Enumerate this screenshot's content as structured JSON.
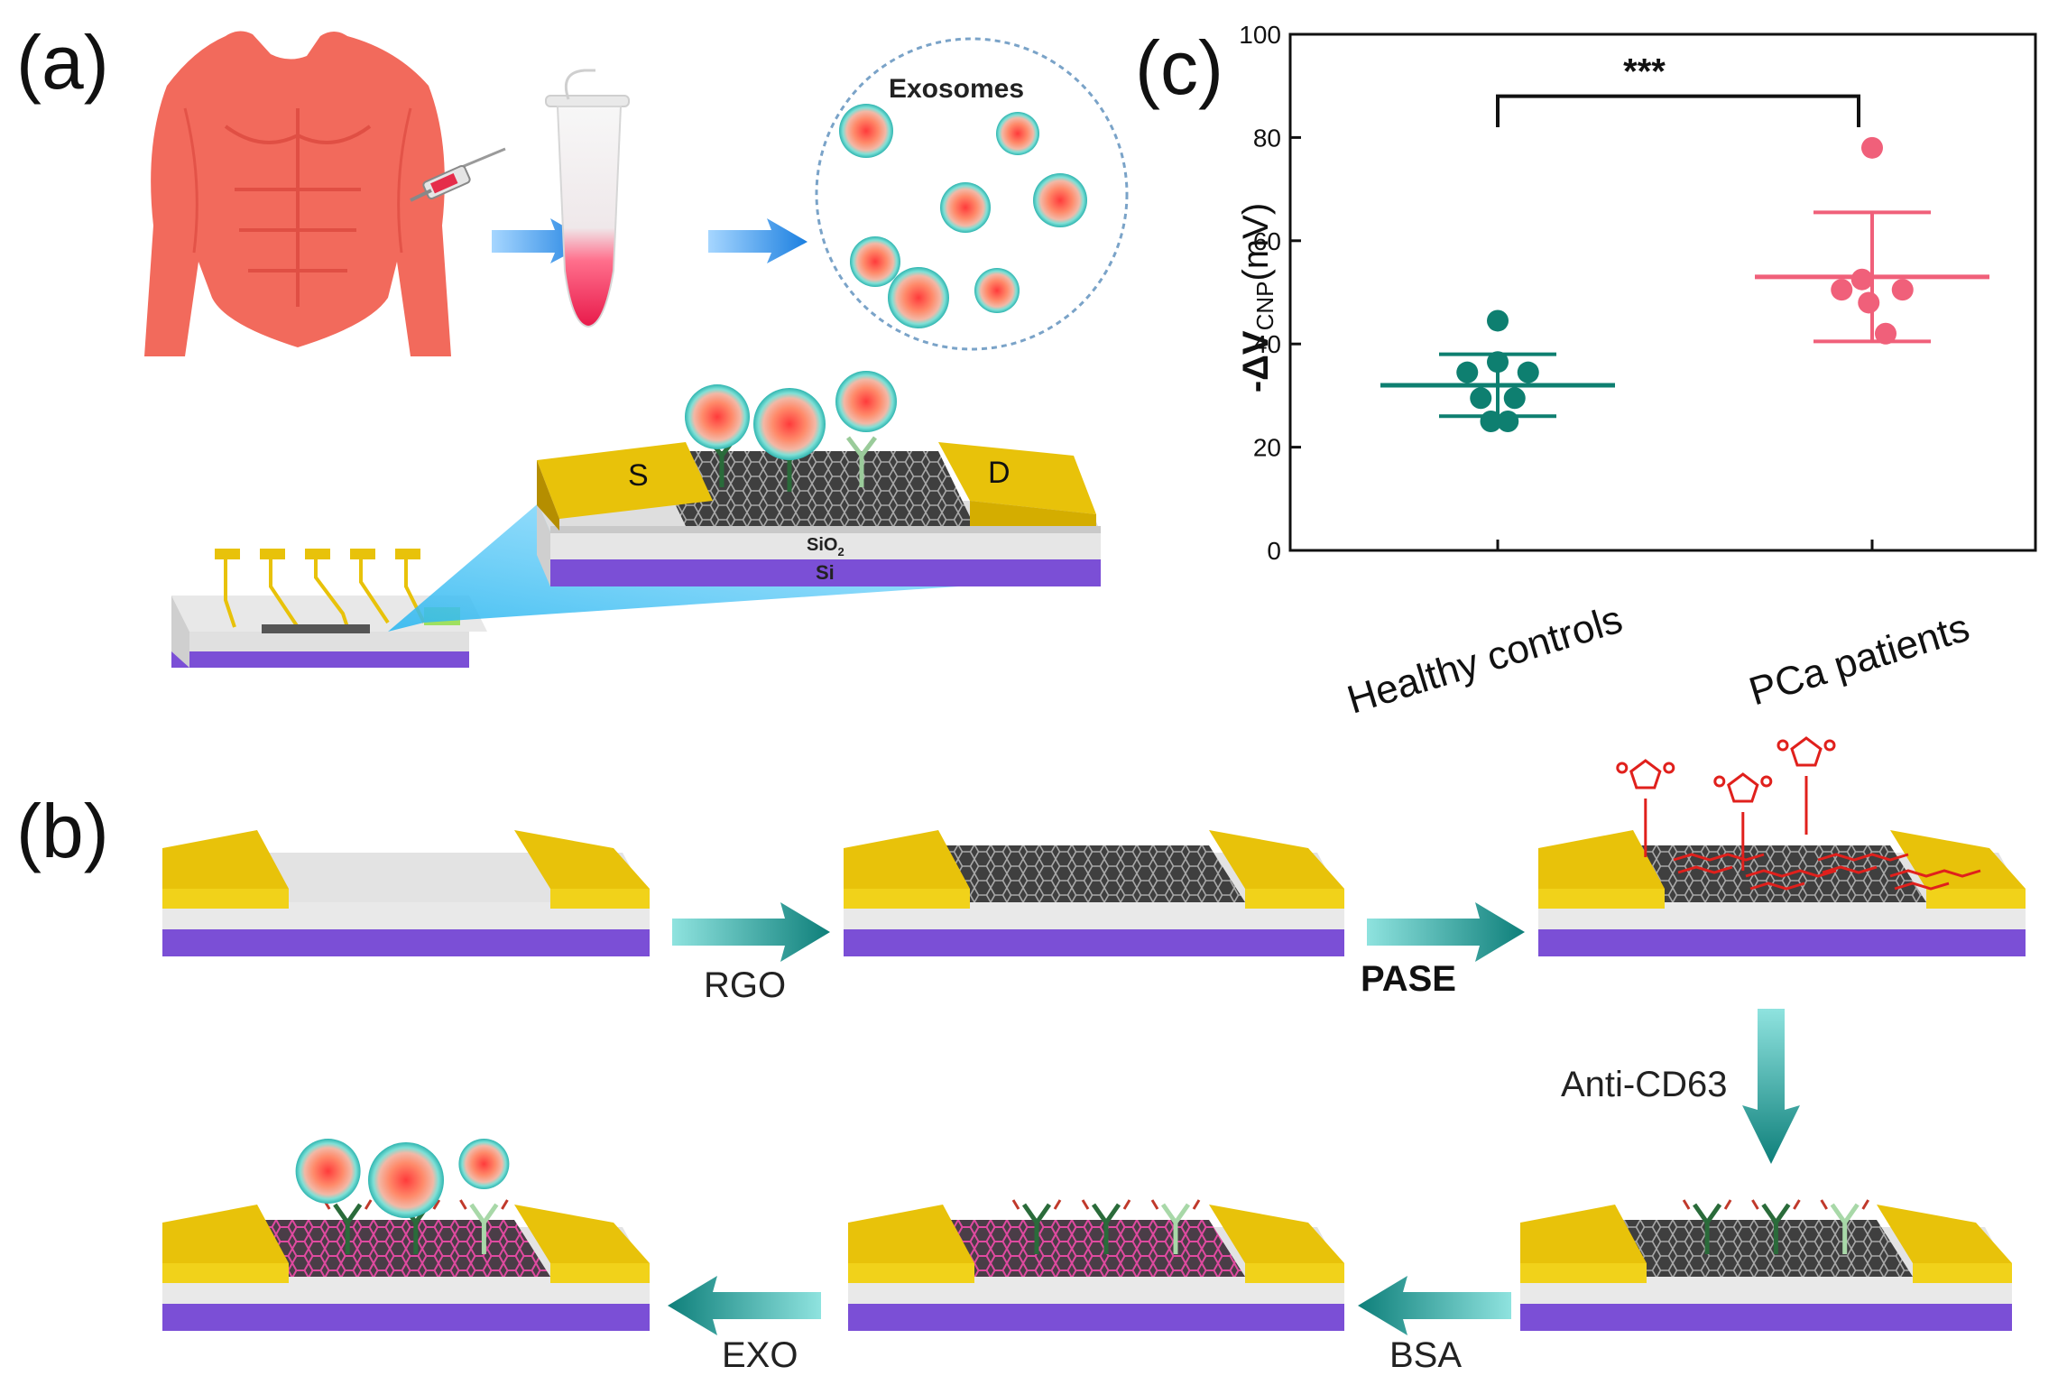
{
  "panels": {
    "a": "(a)",
    "b": "(b)",
    "c": "(c)"
  },
  "panel_a": {
    "exosomes_label": "Exosomes",
    "source_label": "S",
    "drain_label": "D",
    "oxide_label": "SiO",
    "oxide_subscript": "2",
    "substrate_label": "Si"
  },
  "panel_b": {
    "steps": {
      "rgo": "RGO",
      "pase": "PASE",
      "anti_cd63": "Anti-CD63",
      "bsa": "BSA",
      "exo": "EXO"
    }
  },
  "colors": {
    "gold": "#e8c20a",
    "gold_dark": "#b58e00",
    "oxide": "#e3e3e3",
    "substrate": "#7b4fd6",
    "graphene": "#5a5a5a",
    "arrow": "#1b9a9a",
    "healthy": "#0e7f70",
    "patient": "#f0607a",
    "pase": "#e0201c",
    "body": "#f26a5c"
  },
  "chart_data": {
    "type": "scatter",
    "title": "",
    "xlabel": "",
    "ylabel_prefix": "-ΔV",
    "ylabel_subscript": "CNP",
    "ylabel_suffix": "(mV)",
    "ylim": [
      0,
      100
    ],
    "yticks": [
      "0",
      "20",
      "40",
      "60",
      "80",
      "100"
    ],
    "categories": [
      "Healthy controls",
      "PCa patients"
    ],
    "significance": "***",
    "series": [
      {
        "category": "Healthy controls",
        "color": "#0e7f70",
        "mean": 32,
        "error_low": 26,
        "error_high": 38,
        "points": [
          {
            "offset": 0.0,
            "value": 44.5
          },
          {
            "offset": -0.45,
            "value": 34.5
          },
          {
            "offset": 0.0,
            "value": 36.5
          },
          {
            "offset": 0.45,
            "value": 34.5
          },
          {
            "offset": -0.25,
            "value": 29.5
          },
          {
            "offset": 0.25,
            "value": 29.5
          },
          {
            "offset": -0.1,
            "value": 25
          },
          {
            "offset": 0.15,
            "value": 25
          }
        ]
      },
      {
        "category": "PCa patients",
        "color": "#f0607a",
        "mean": 53,
        "error_low": 40.5,
        "error_high": 65.5,
        "points": [
          {
            "offset": 0.0,
            "value": 78
          },
          {
            "offset": -0.45,
            "value": 50.5
          },
          {
            "offset": -0.15,
            "value": 52.5
          },
          {
            "offset": 0.45,
            "value": 50.5
          },
          {
            "offset": -0.05,
            "value": 48
          },
          {
            "offset": 0.2,
            "value": 42
          }
        ]
      }
    ]
  }
}
